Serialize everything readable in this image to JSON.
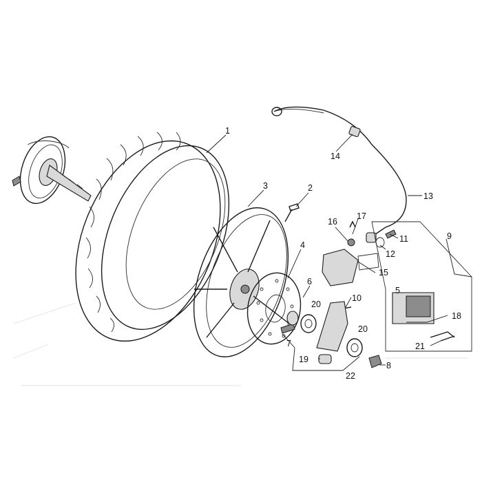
{
  "callouts": [
    {
      "id": "1",
      "text": "1"
    },
    {
      "id": "2",
      "text": "2"
    },
    {
      "id": "3",
      "text": "3"
    },
    {
      "id": "4",
      "text": "4"
    },
    {
      "id": "5",
      "text": "5"
    },
    {
      "id": "6",
      "text": "6"
    },
    {
      "id": "7",
      "text": "7"
    },
    {
      "id": "8",
      "text": "8"
    },
    {
      "id": "9",
      "text": "9"
    },
    {
      "id": "10",
      "text": "10"
    },
    {
      "id": "11",
      "text": "11"
    },
    {
      "id": "12",
      "text": "12"
    },
    {
      "id": "13",
      "text": "13"
    },
    {
      "id": "14",
      "text": "14"
    },
    {
      "id": "15",
      "text": "15"
    },
    {
      "id": "16",
      "text": "16"
    },
    {
      "id": "17",
      "text": "17"
    },
    {
      "id": "18",
      "text": "18"
    },
    {
      "id": "19",
      "text": "19"
    },
    {
      "id": "20a",
      "text": "20"
    },
    {
      "id": "20b",
      "text": "20"
    },
    {
      "id": "21",
      "text": "21"
    },
    {
      "id": "22",
      "text": "22"
    }
  ],
  "icons": {
    "axle": "axle-shaft-icon",
    "tire": "tire-icon",
    "rim": "rim-icon",
    "disc": "brake-disc-icon",
    "caliper": "brake-caliper-icon",
    "hose": "brake-hose-icon",
    "pads": "brake-pads-icon"
  }
}
